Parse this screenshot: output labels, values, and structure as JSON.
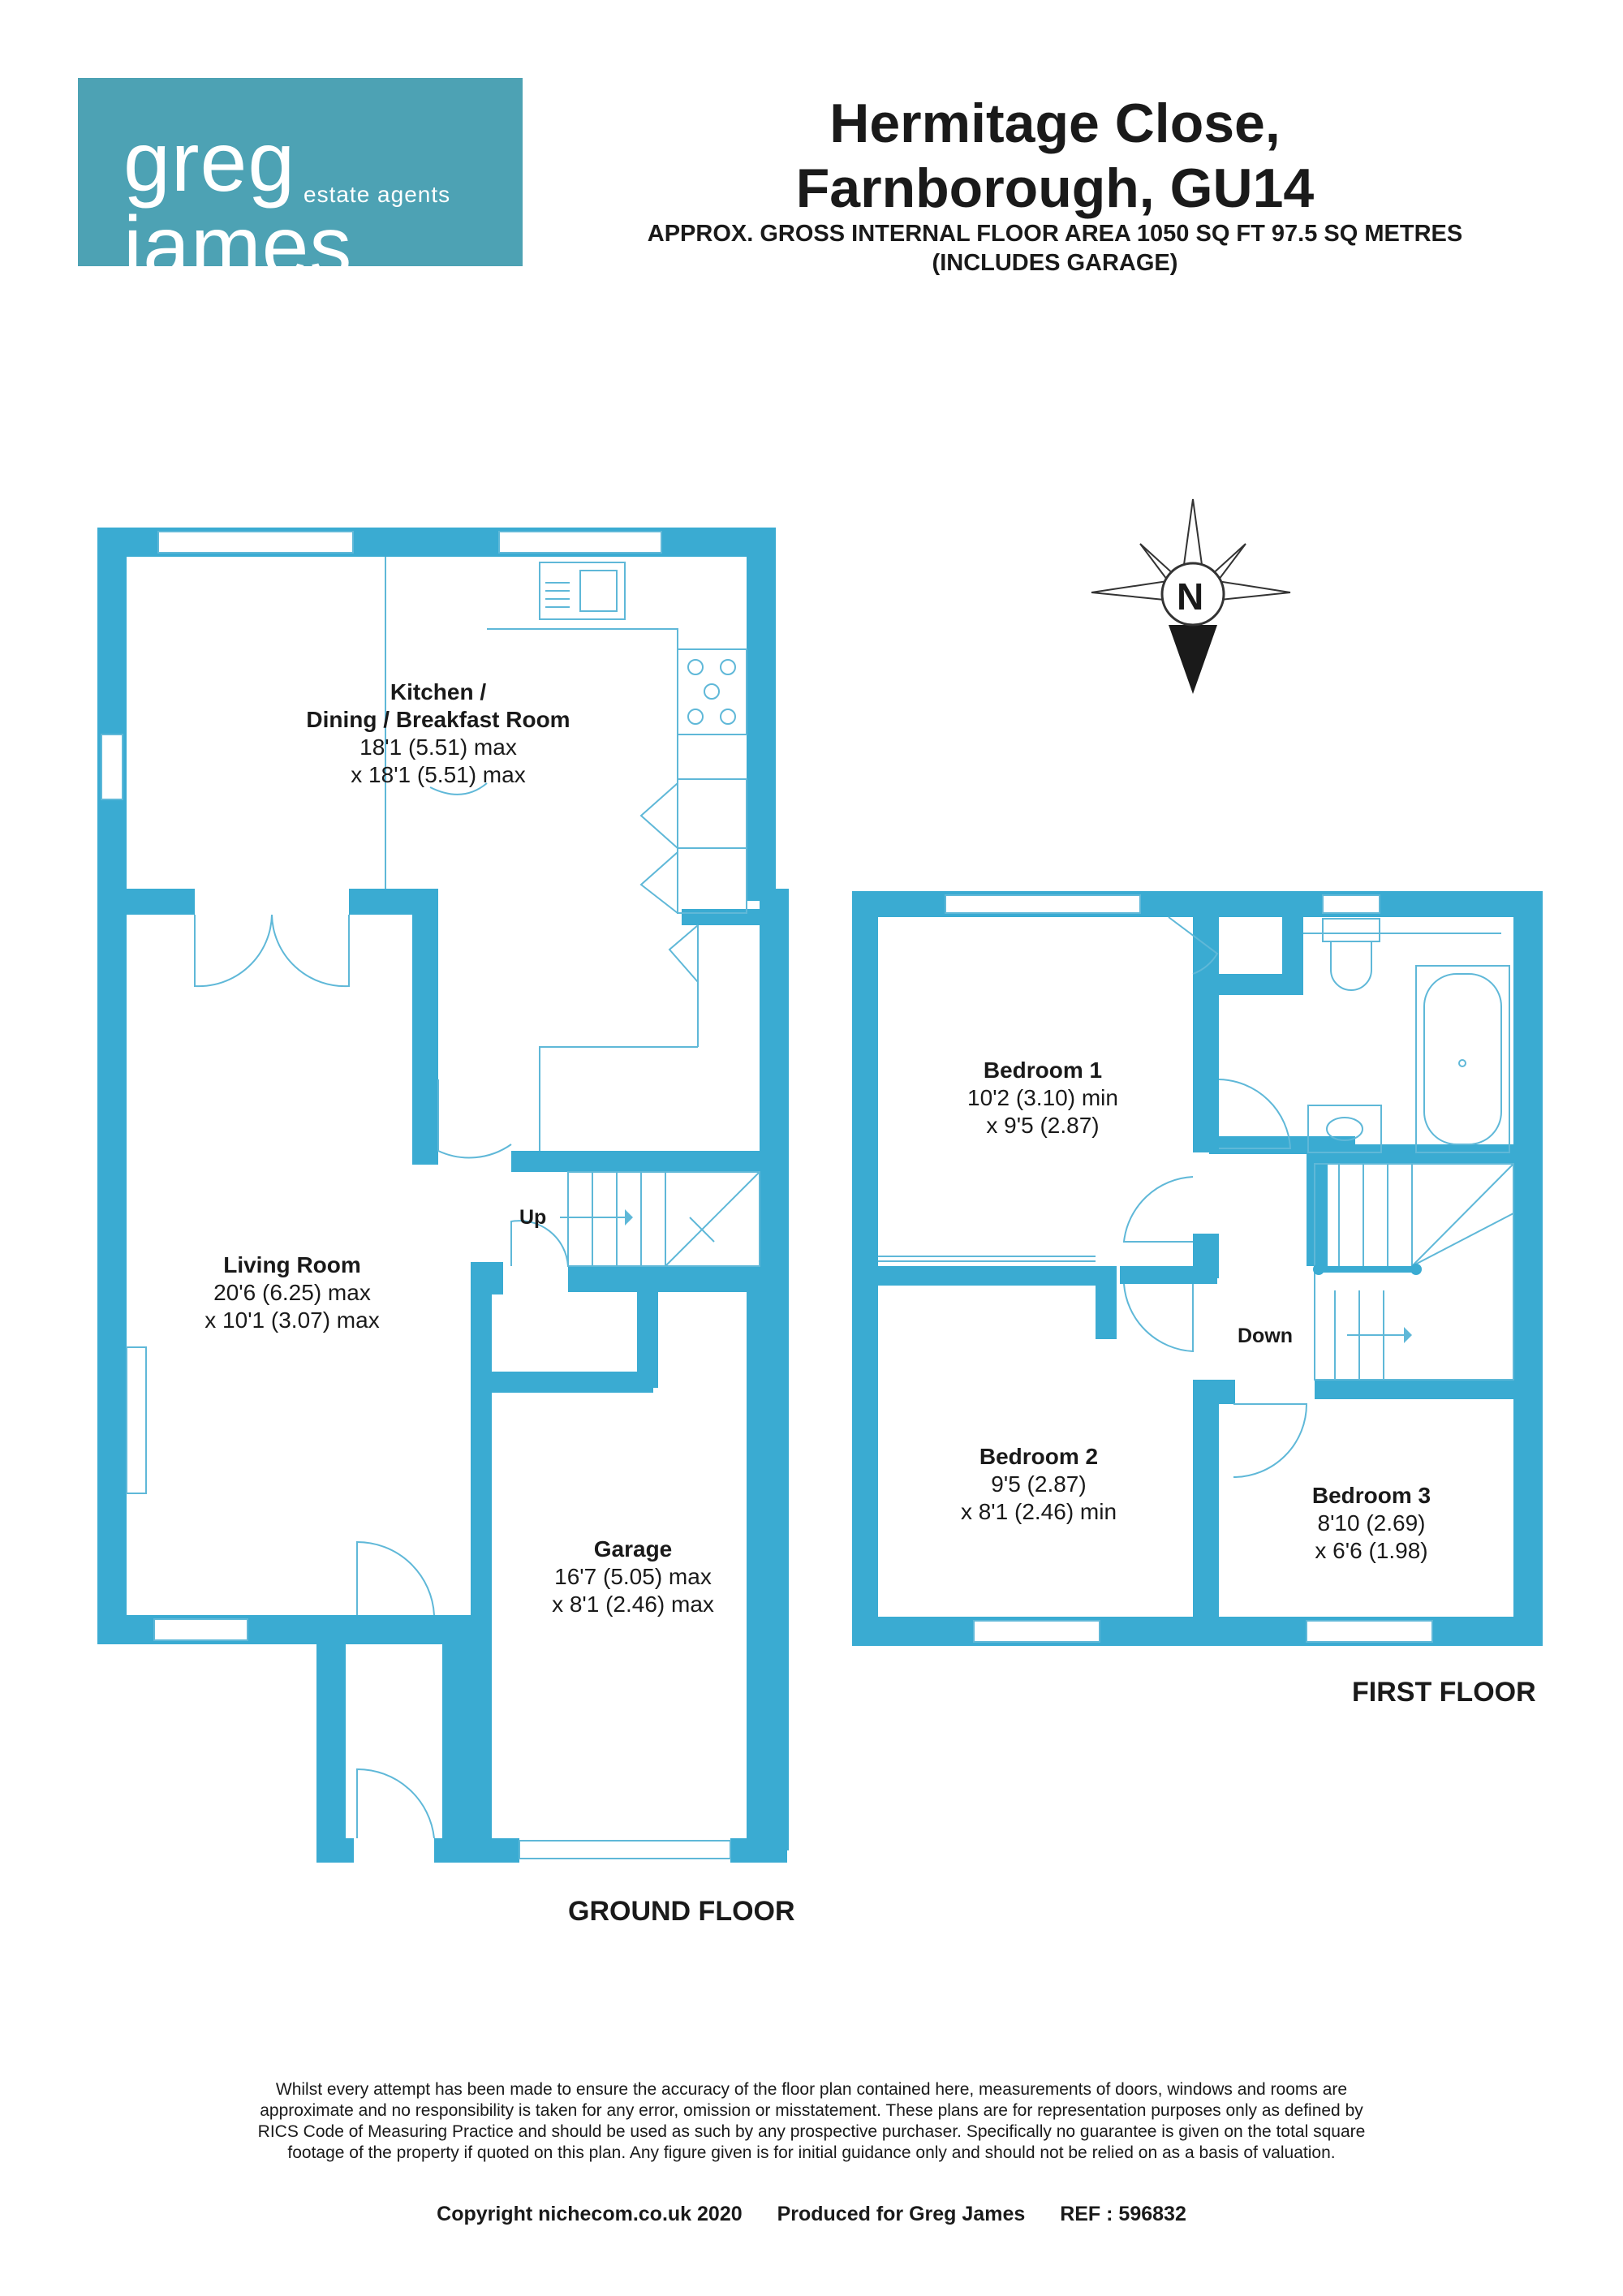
{
  "brand": {
    "name": "greg james",
    "tagline": "estate agents",
    "color": "#4da2b4"
  },
  "property": {
    "title_line1": "Hermitage Close,",
    "title_line2": "Farnborough, GU14",
    "area_line1": "APPROX. GROSS INTERNAL FLOOR AREA 1050 SQ FT 97.5 SQ METRES",
    "area_line2": "(INCLUDES GARAGE)"
  },
  "compass": {
    "label": "N",
    "icon": "north-arrow-icon"
  },
  "ground_floor": {
    "label": "GROUND FLOOR",
    "stairs_label": "Up",
    "rooms": [
      {
        "name": "Kitchen /",
        "name2": "Dining / Breakfast Room",
        "dim1": "18'1 (5.51) max",
        "dim2": "x 18'1 (5.51) max"
      },
      {
        "name": "Living Room",
        "dim1": "20'6 (6.25) max",
        "dim2": "x 10'1 (3.07) max"
      },
      {
        "name": "Garage",
        "dim1": "16'7 (5.05) max",
        "dim2": "x 8'1 (2.46) max"
      }
    ]
  },
  "first_floor": {
    "label": "FIRST FLOOR",
    "stairs_label": "Down",
    "rooms": [
      {
        "name": "Bedroom 1",
        "dim1": "10'2 (3.10) min",
        "dim2": "x 9'5 (2.87)"
      },
      {
        "name": "Bedroom 2",
        "dim1": "9'5 (2.87)",
        "dim2": "x 8'1 (2.46) min"
      },
      {
        "name": "Bedroom 3",
        "dim1": "8'10 (2.69)",
        "dim2": "x 6'6 (1.98)"
      }
    ]
  },
  "disclaimer": "Whilst every attempt has been made to ensure the accuracy of the floor plan contained here, measurements of doors, windows and rooms are approximate and no responsibility is taken for any error, omission or misstatement. These plans are for representation purposes only as defined by RICS Code of Measuring Practice and should be used as such by any prospective purchaser. Specifically no guarantee is given on the total square footage of the property if quoted on this plan. Any figure given is for initial guidance only and should not be relied on as a basis of valuation.",
  "footer": {
    "copyright": "Copyright nichecom.co.uk 2020",
    "produced": "Produced for Greg James",
    "ref": "REF :  596832"
  },
  "colors": {
    "wall": "#3aabd2",
    "fixture": "#5fb8d8"
  }
}
